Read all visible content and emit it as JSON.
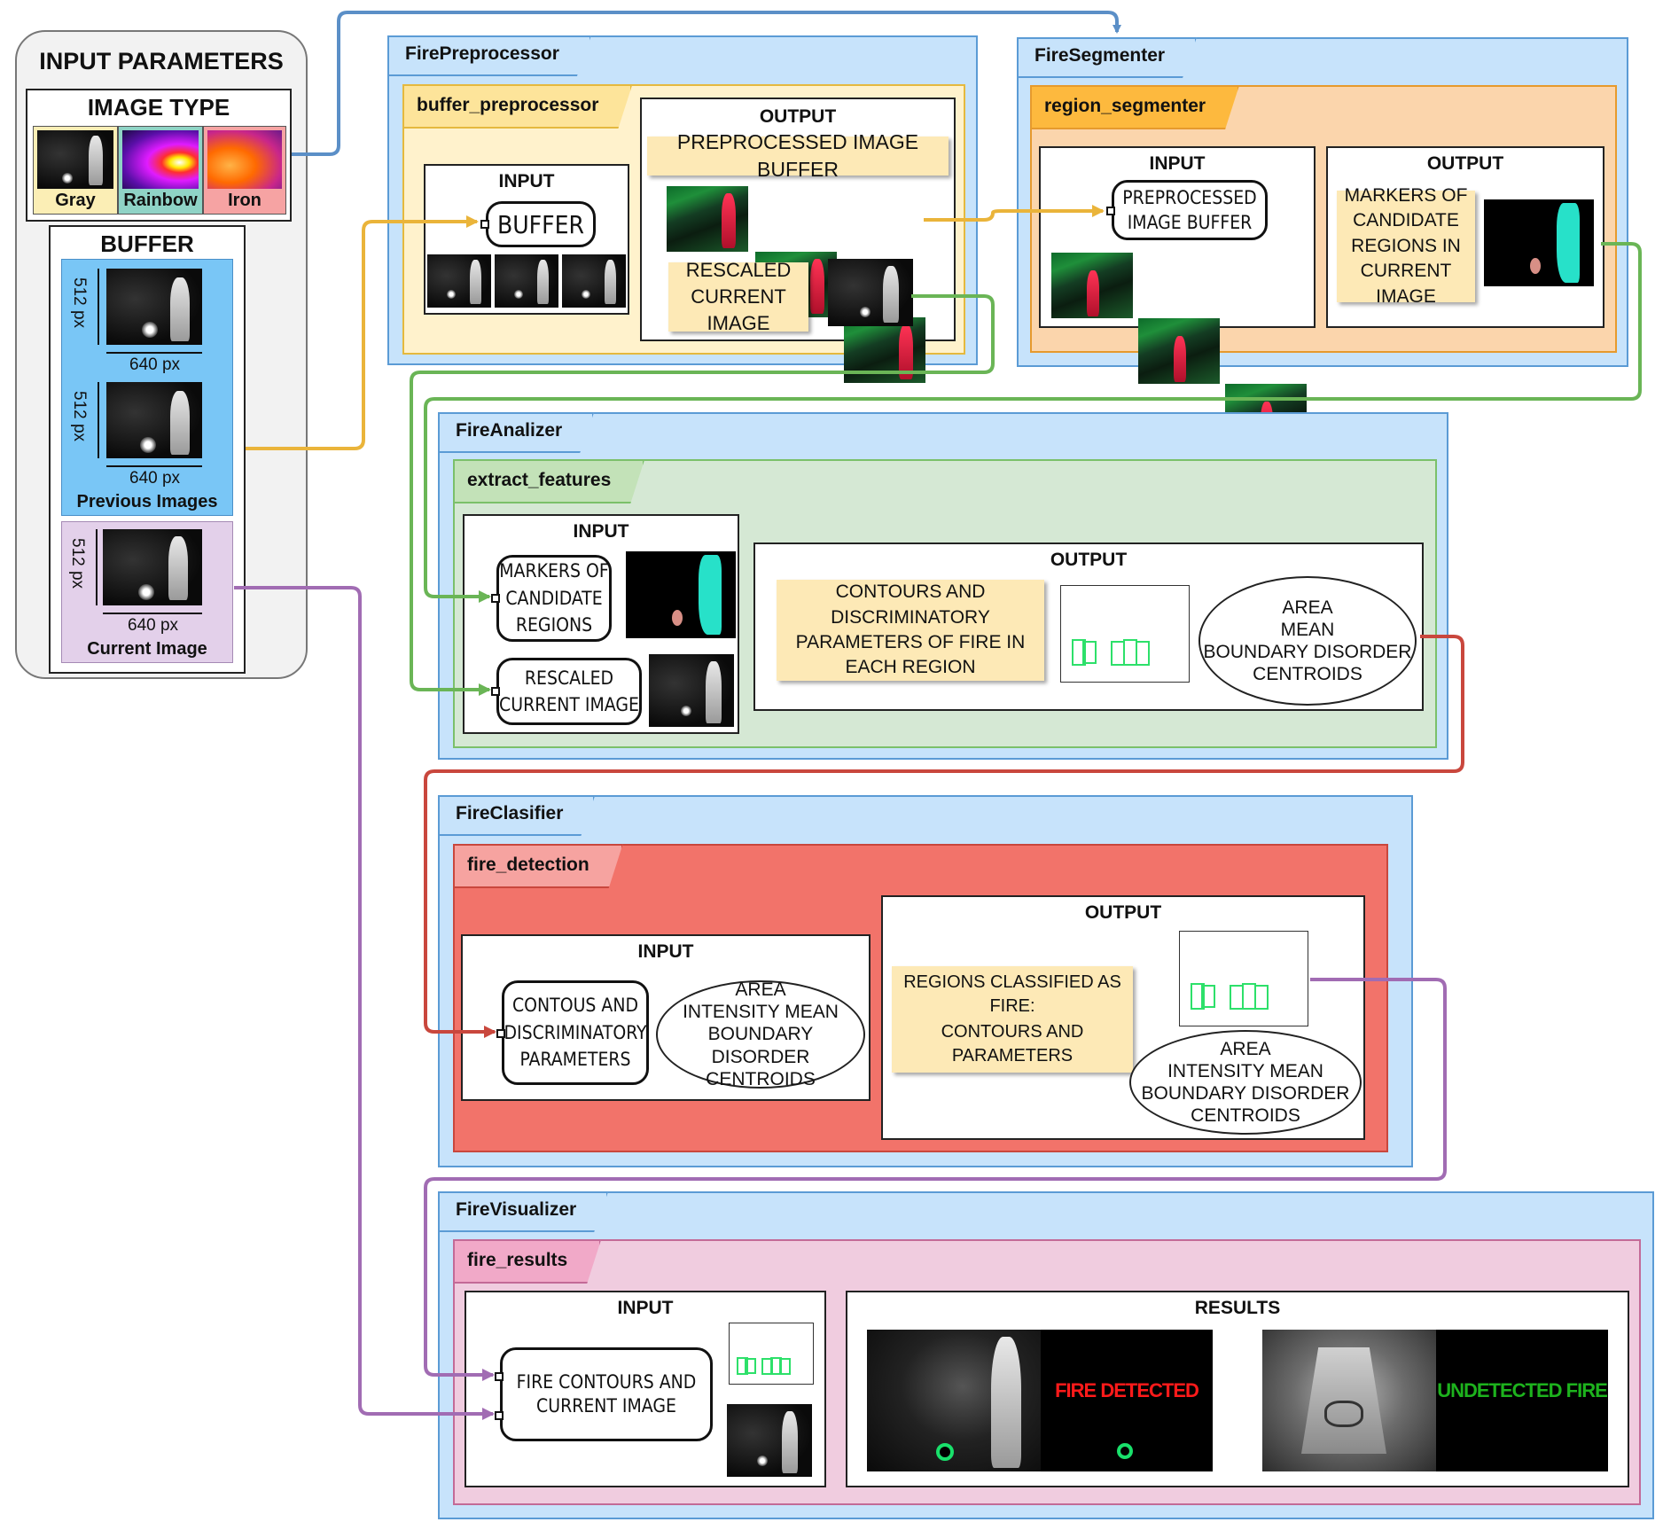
{
  "input_params": {
    "title": "INPUT PARAMETERS",
    "image_type": {
      "title": "IMAGE TYPE",
      "options": [
        "Gray",
        "Rainbow",
        "Iron"
      ]
    },
    "buffer": {
      "title": "BUFFER",
      "dim_h": "512 px",
      "dim_w": "640 px",
      "previous_label": "Previous Images",
      "current_label": "Current Image"
    }
  },
  "preprocessor": {
    "module": "FirePreprocessor",
    "func": "buffer_preprocessor",
    "input_header": "INPUT",
    "input_item": "BUFFER",
    "output_header": "OUTPUT",
    "out_buffer": "PREPROCESSED IMAGE BUFFER",
    "out_rescaled": "RESCALED CURRENT IMAGE"
  },
  "segmenter": {
    "module": "FireSegmenter",
    "func": "region_segmenter",
    "input_header": "INPUT",
    "input_item": "PREPROCESSED IMAGE BUFFER",
    "output_header": "OUTPUT",
    "out_markers": "MARKERS OF CANDIDATE REGIONS IN CURRENT IMAGE"
  },
  "analizer": {
    "module": "FireAnalizer",
    "func": "extract_features",
    "input_header": "INPUT",
    "in_markers": "MARKERS OF CANDIDATE REGIONS",
    "in_rescaled": "RESCALED CURRENT IMAGE",
    "output_header": "OUTPUT",
    "out_contours": "CONTOURS AND DISCRIMINATORY PARAMETERS OF FIRE IN EACH REGION",
    "out_params": [
      "AREA",
      "MEAN",
      "BOUNDARY DISORDER",
      "CENTROIDS"
    ]
  },
  "clasifier": {
    "module": "FireClasifier",
    "func": "fire_detection",
    "input_header": "INPUT",
    "in_item": "CONTOUS AND DISCRIMINATORY PARAMETERS",
    "in_params": [
      "AREA",
      "INTENSITY MEAN",
      "BOUNDARY DISORDER",
      "CENTROIDS"
    ],
    "output_header": "OUTPUT",
    "out_line1": "REGIONS CLASSIFIED AS FIRE:",
    "out_line2": "CONTOURS AND PARAMETERS",
    "out_params": [
      "AREA",
      "INTENSITY MEAN",
      "BOUNDARY DISORDER",
      "CENTROIDS"
    ]
  },
  "visualizer": {
    "module": "FireVisualizer",
    "func": "fire_results",
    "input_header": "INPUT",
    "in_item": "FIRE CONTOURS AND CURRENT IMAGE",
    "results_header": "RESULTS",
    "detected": "FIRE DETECTED",
    "undetected": "UNDETECTED FIRE"
  },
  "colors": {
    "module_fill": "#c7e3fb",
    "module_border": "#5b9bd5",
    "preproc_fill": "#fff2cc",
    "segment_fill": "#fbd5ac",
    "analize_fill": "#d5e8d4",
    "classify_fill": "#f2736a",
    "visual_fill": "#f0ccdf",
    "wire_blue": "#5b8fc7",
    "wire_orange": "#eab43a",
    "wire_green": "#6ab556",
    "wire_red": "#c9473d",
    "wire_purple": "#a16cb3",
    "detected_text": "#ff1a1a",
    "undetected_text": "#1db21d"
  }
}
